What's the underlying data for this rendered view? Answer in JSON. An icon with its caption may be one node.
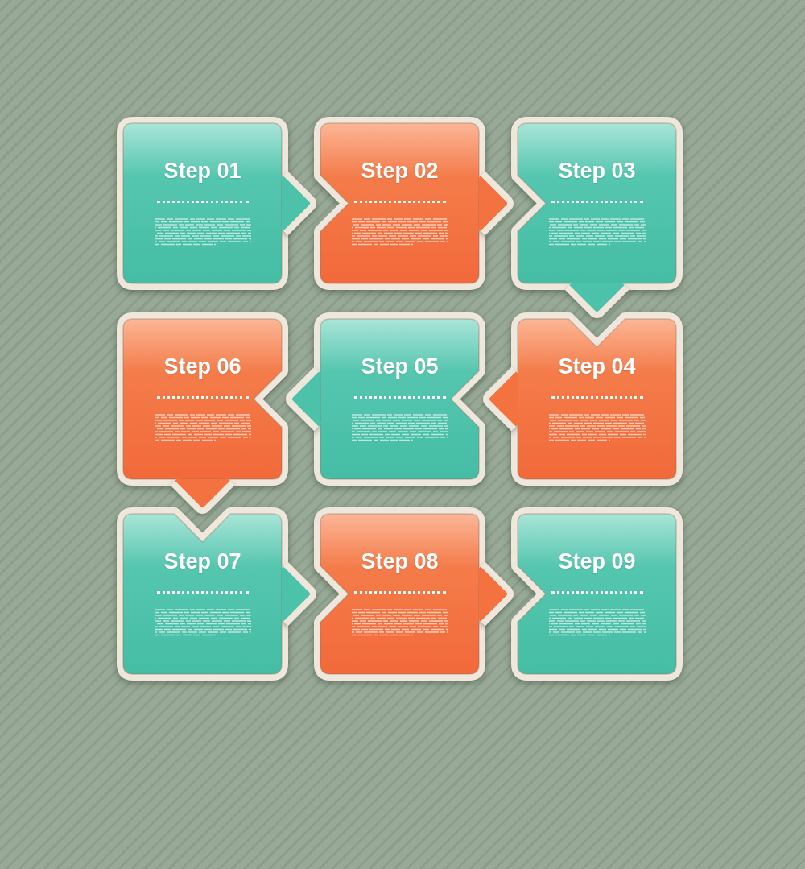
{
  "diagram": {
    "nodes": [
      {
        "text": [
          "Step 01"
        ]
      },
      {
        "text": [
          "Step 02"
        ]
      },
      {
        "text": [
          "Step 03"
        ]
      },
      {
        "text": [
          "Step 04"
        ]
      },
      {
        "text": [
          "Step 05"
        ]
      },
      {
        "text": [
          "Step 06"
        ]
      },
      {
        "text": [
          "Step 07"
        ]
      },
      {
        "text": [
          "Step 08"
        ]
      },
      {
        "text": [
          "Step 09"
        ]
      }
    ],
    "edges": [
      {
        "from": 0,
        "to": 1,
        "arrow": "to",
        "color": "#4cc2ab"
      },
      {
        "from": 1,
        "to": 2,
        "arrow": "to",
        "color": "#f3723f"
      },
      {
        "from": 2,
        "to": 3,
        "arrow": "to",
        "color": "#4cc2ab"
      },
      {
        "from": 3,
        "to": 4,
        "arrow": "to",
        "color": "#f3723f"
      },
      {
        "from": 4,
        "to": 5,
        "arrow": "to",
        "color": "#4cc2ab"
      },
      {
        "from": 5,
        "to": 6,
        "arrow": "to",
        "color": "#f3723f"
      },
      {
        "from": 6,
        "to": 7,
        "arrow": "to",
        "color": "#4cc2ab"
      },
      {
        "from": 7,
        "to": 8,
        "arrow": "to",
        "color": "#f3723f"
      }
    ]
  }
}
